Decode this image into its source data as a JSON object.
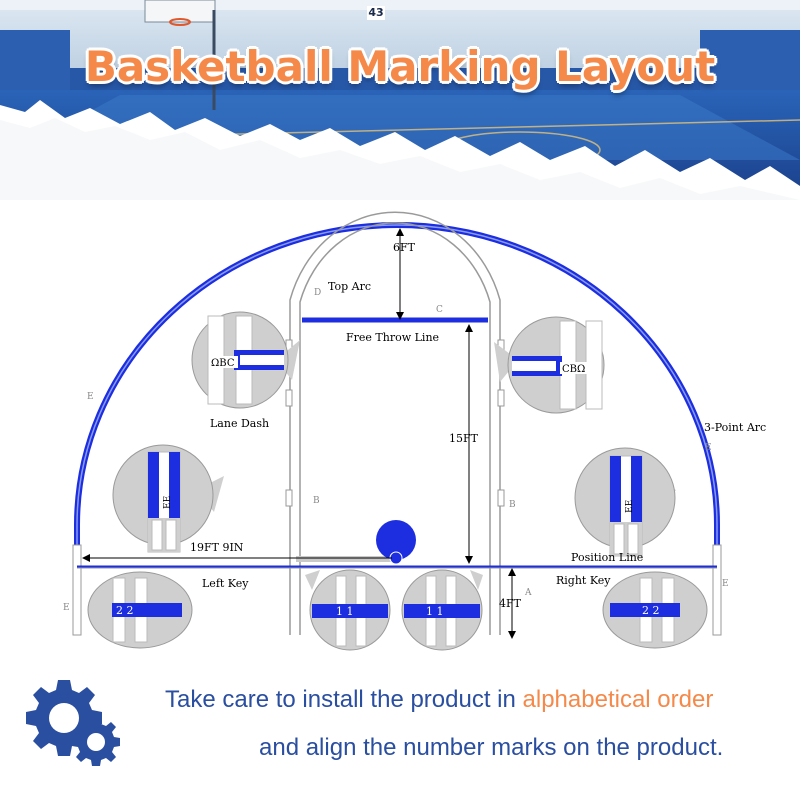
{
  "header": {
    "title": "Basketball Marking Layout",
    "scoreboard_number": "43"
  },
  "diagram": {
    "labels": {
      "top_arc": "Top Arc",
      "free_throw_line": "Free Throw Line",
      "lane_dash": "Lane Dash",
      "three_point_arc": "3-Point Arc",
      "position_line": "Position Line",
      "left_key": "Left Key",
      "right_key": "Right Key"
    },
    "dimensions": {
      "top_arc_depth": "6FT",
      "lane_length": "15FT",
      "arc_radius": "19FT 9IN",
      "baseline_offset": "4FT"
    },
    "piece_letters": {
      "a": "A",
      "b": "B",
      "c": "C",
      "d": "D",
      "e": "E"
    },
    "callout_marks": {
      "lane_dash_left": "ΩBC",
      "lane_dash_right": "CBΩ",
      "position_mark": "EE",
      "key_outer": "2  2",
      "key_inner": "1  1"
    },
    "colors": {
      "marking_blue": "#1c2ee0",
      "gray_piece": "#cfcfcf",
      "accent_orange": "#f5894a"
    }
  },
  "footer": {
    "line1_prefix": "Take care to install the product in ",
    "line1_highlight": "alphabetical order",
    "line2": "and align the number marks on the product.",
    "icon": "gear-icon"
  }
}
